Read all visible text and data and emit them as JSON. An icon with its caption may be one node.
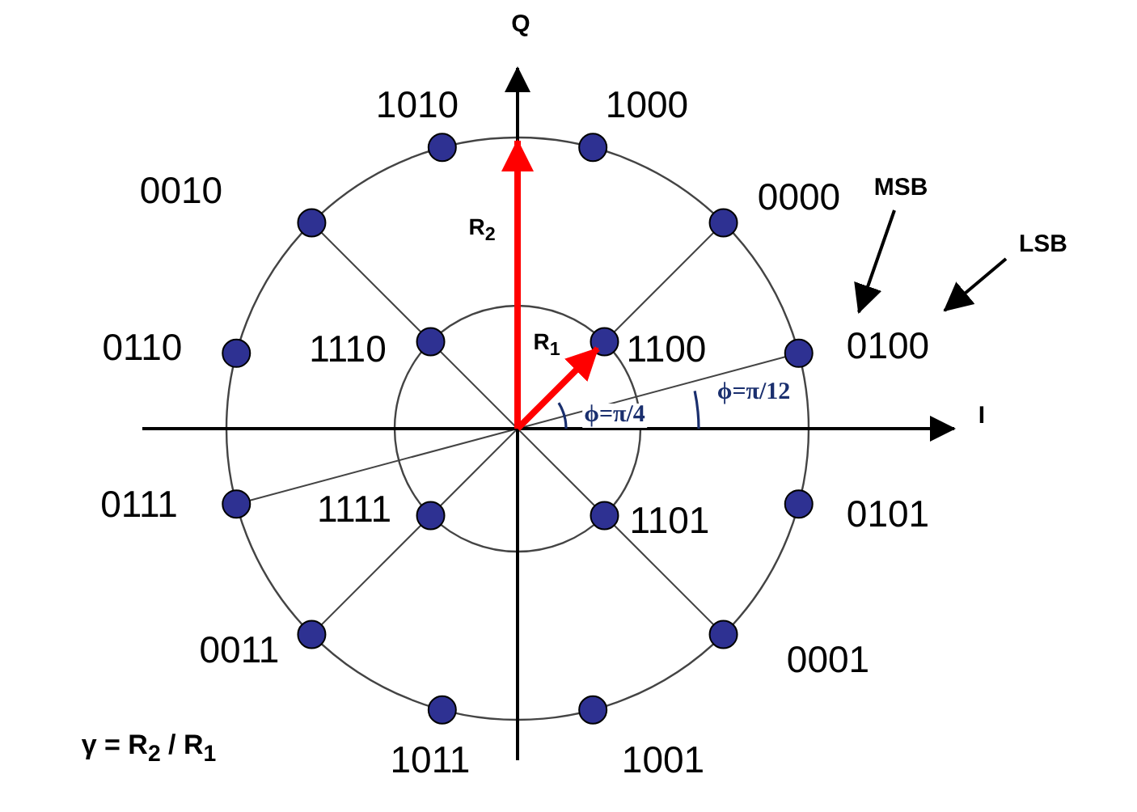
{
  "diagram": {
    "nodes": [
      {
        "text": [
          "MSB"
        ]
      },
      {
        "text": [
          "LSB"
        ]
      },
      {
        "text": [
          "0100"
        ]
      }
    ],
    "edges": [
      {
        "from": 0,
        "to": 2,
        "arrow": "to"
      },
      {
        "from": 1,
        "to": 2,
        "arrow": "to"
      }
    ],
    "labels": [
      "Q",
      "1010",
      "1000",
      "0010",
      "0000",
      "R$_{2}$",
      "0110",
      "1110",
      "R$_{1}$",
      "1100",
      "ϕ=π/4",
      "ϕ=π/12",
      "I",
      "0111",
      "1111",
      "1101",
      "0101",
      "0011",
      "0001",
      "γ = R$_{2}$ / R$_{1}$",
      "1011",
      "1001"
    ]
  }
}
